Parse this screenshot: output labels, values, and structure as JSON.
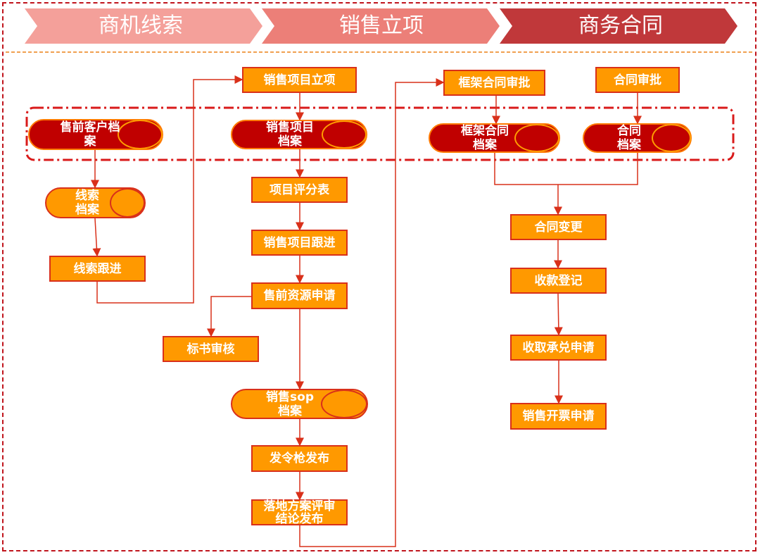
{
  "stages": [
    {
      "label": "商机线索",
      "color": "#f4a09a"
    },
    {
      "label": "销售立项",
      "color": "#ec7f78"
    },
    {
      "label": "商务合同",
      "color": "#c0383a"
    }
  ],
  "colors": {
    "box_fill": "#ff9900",
    "box_border": "#d9301a",
    "archive_fill": "#c00000",
    "frame": "#c0141c",
    "separator": "#f0a050"
  },
  "boxes": {
    "sales_project_setup": "销售项目立项",
    "project_score": "项目评分表",
    "sales_project_follow": "销售项目跟进",
    "presales_resource": "售前资源申请",
    "bid_review": "标书审核",
    "lead_follow": "线索跟进",
    "fire_release": "发令枪发布",
    "landing_review": "落地方案评审结论发布",
    "frame_contract_approval": "框架合同审批",
    "contract_approval": "合同审批",
    "contract_change": "合同变更",
    "payment_register": "收款登记",
    "acceptance_apply": "收取承兑申请",
    "invoice_apply": "销售开票申请"
  },
  "archives": {
    "presales_customer": "售前客户档案",
    "sales_project": "销售项目档案",
    "frame_contract": "框架合同档案",
    "contract": "合同档案",
    "lead": "线索档案",
    "sales_sop": "销售sop档案"
  }
}
